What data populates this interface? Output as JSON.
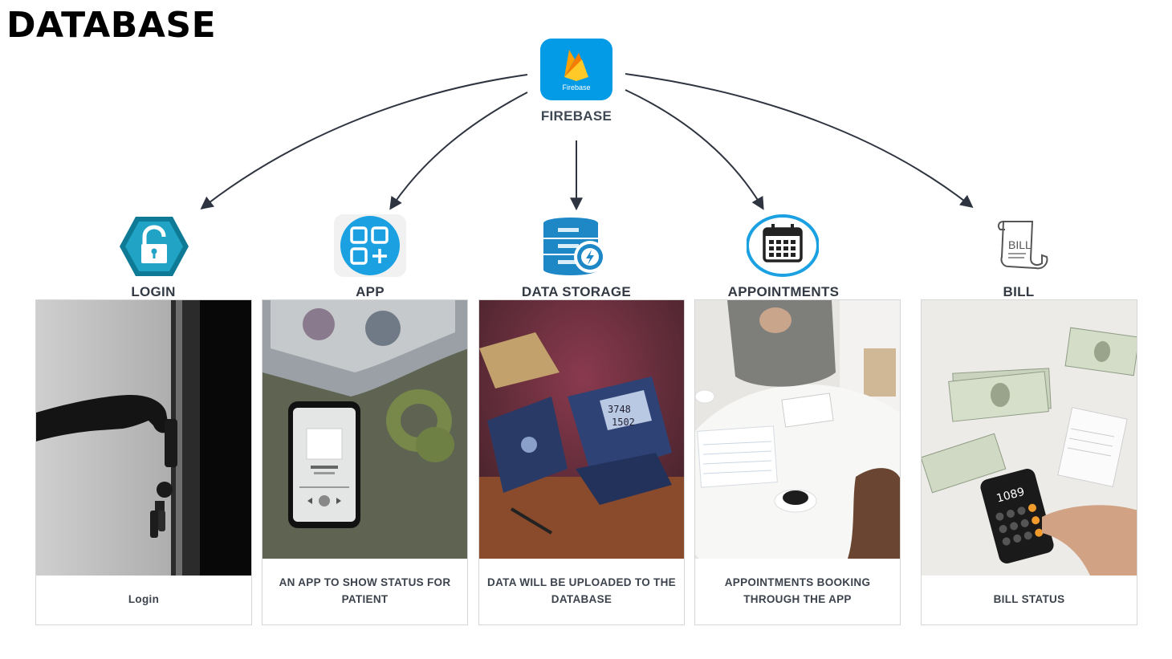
{
  "title": "DATABASE",
  "source": {
    "label": "FIREBASE",
    "icon": "firebase-icon",
    "brand_text": "Firebase",
    "color": "#039be5"
  },
  "nodes": [
    {
      "id": "login",
      "label": "LOGIN",
      "icon": "padlock-icon",
      "caption": "Login",
      "photo": "hand-opening-door-photo"
    },
    {
      "id": "app",
      "label": "APP",
      "icon": "app-grid-icon",
      "caption": "AN APP TO SHOW STATUS FOR PATIENT",
      "photo": "phone-and-headphones-photo"
    },
    {
      "id": "data-storage",
      "label": "DATA STORAGE",
      "icon": "database-server-icon",
      "caption": "DATA WILL BE UPLOADED TO THE DATABASE",
      "photo": "floppy-disks-photo",
      "photo_text": [
        "3748",
        "1502"
      ]
    },
    {
      "id": "appointments",
      "label": "APPOINTMENTS",
      "icon": "calendar-icon",
      "caption": "APPOINTMENTS BOOKING THROUGH THE APP",
      "photo": "desk-meeting-photo"
    },
    {
      "id": "bill",
      "label": "BILL",
      "icon": "bill-scroll-icon",
      "icon_text": "BILL",
      "caption": "BILL STATUS",
      "photo": "cash-and-calculator-photo",
      "photo_text": "1089"
    }
  ],
  "colors": {
    "arrow": "#2e3440",
    "accent_blue": "#1ba1e2",
    "login_teal": "#0e7a96"
  }
}
